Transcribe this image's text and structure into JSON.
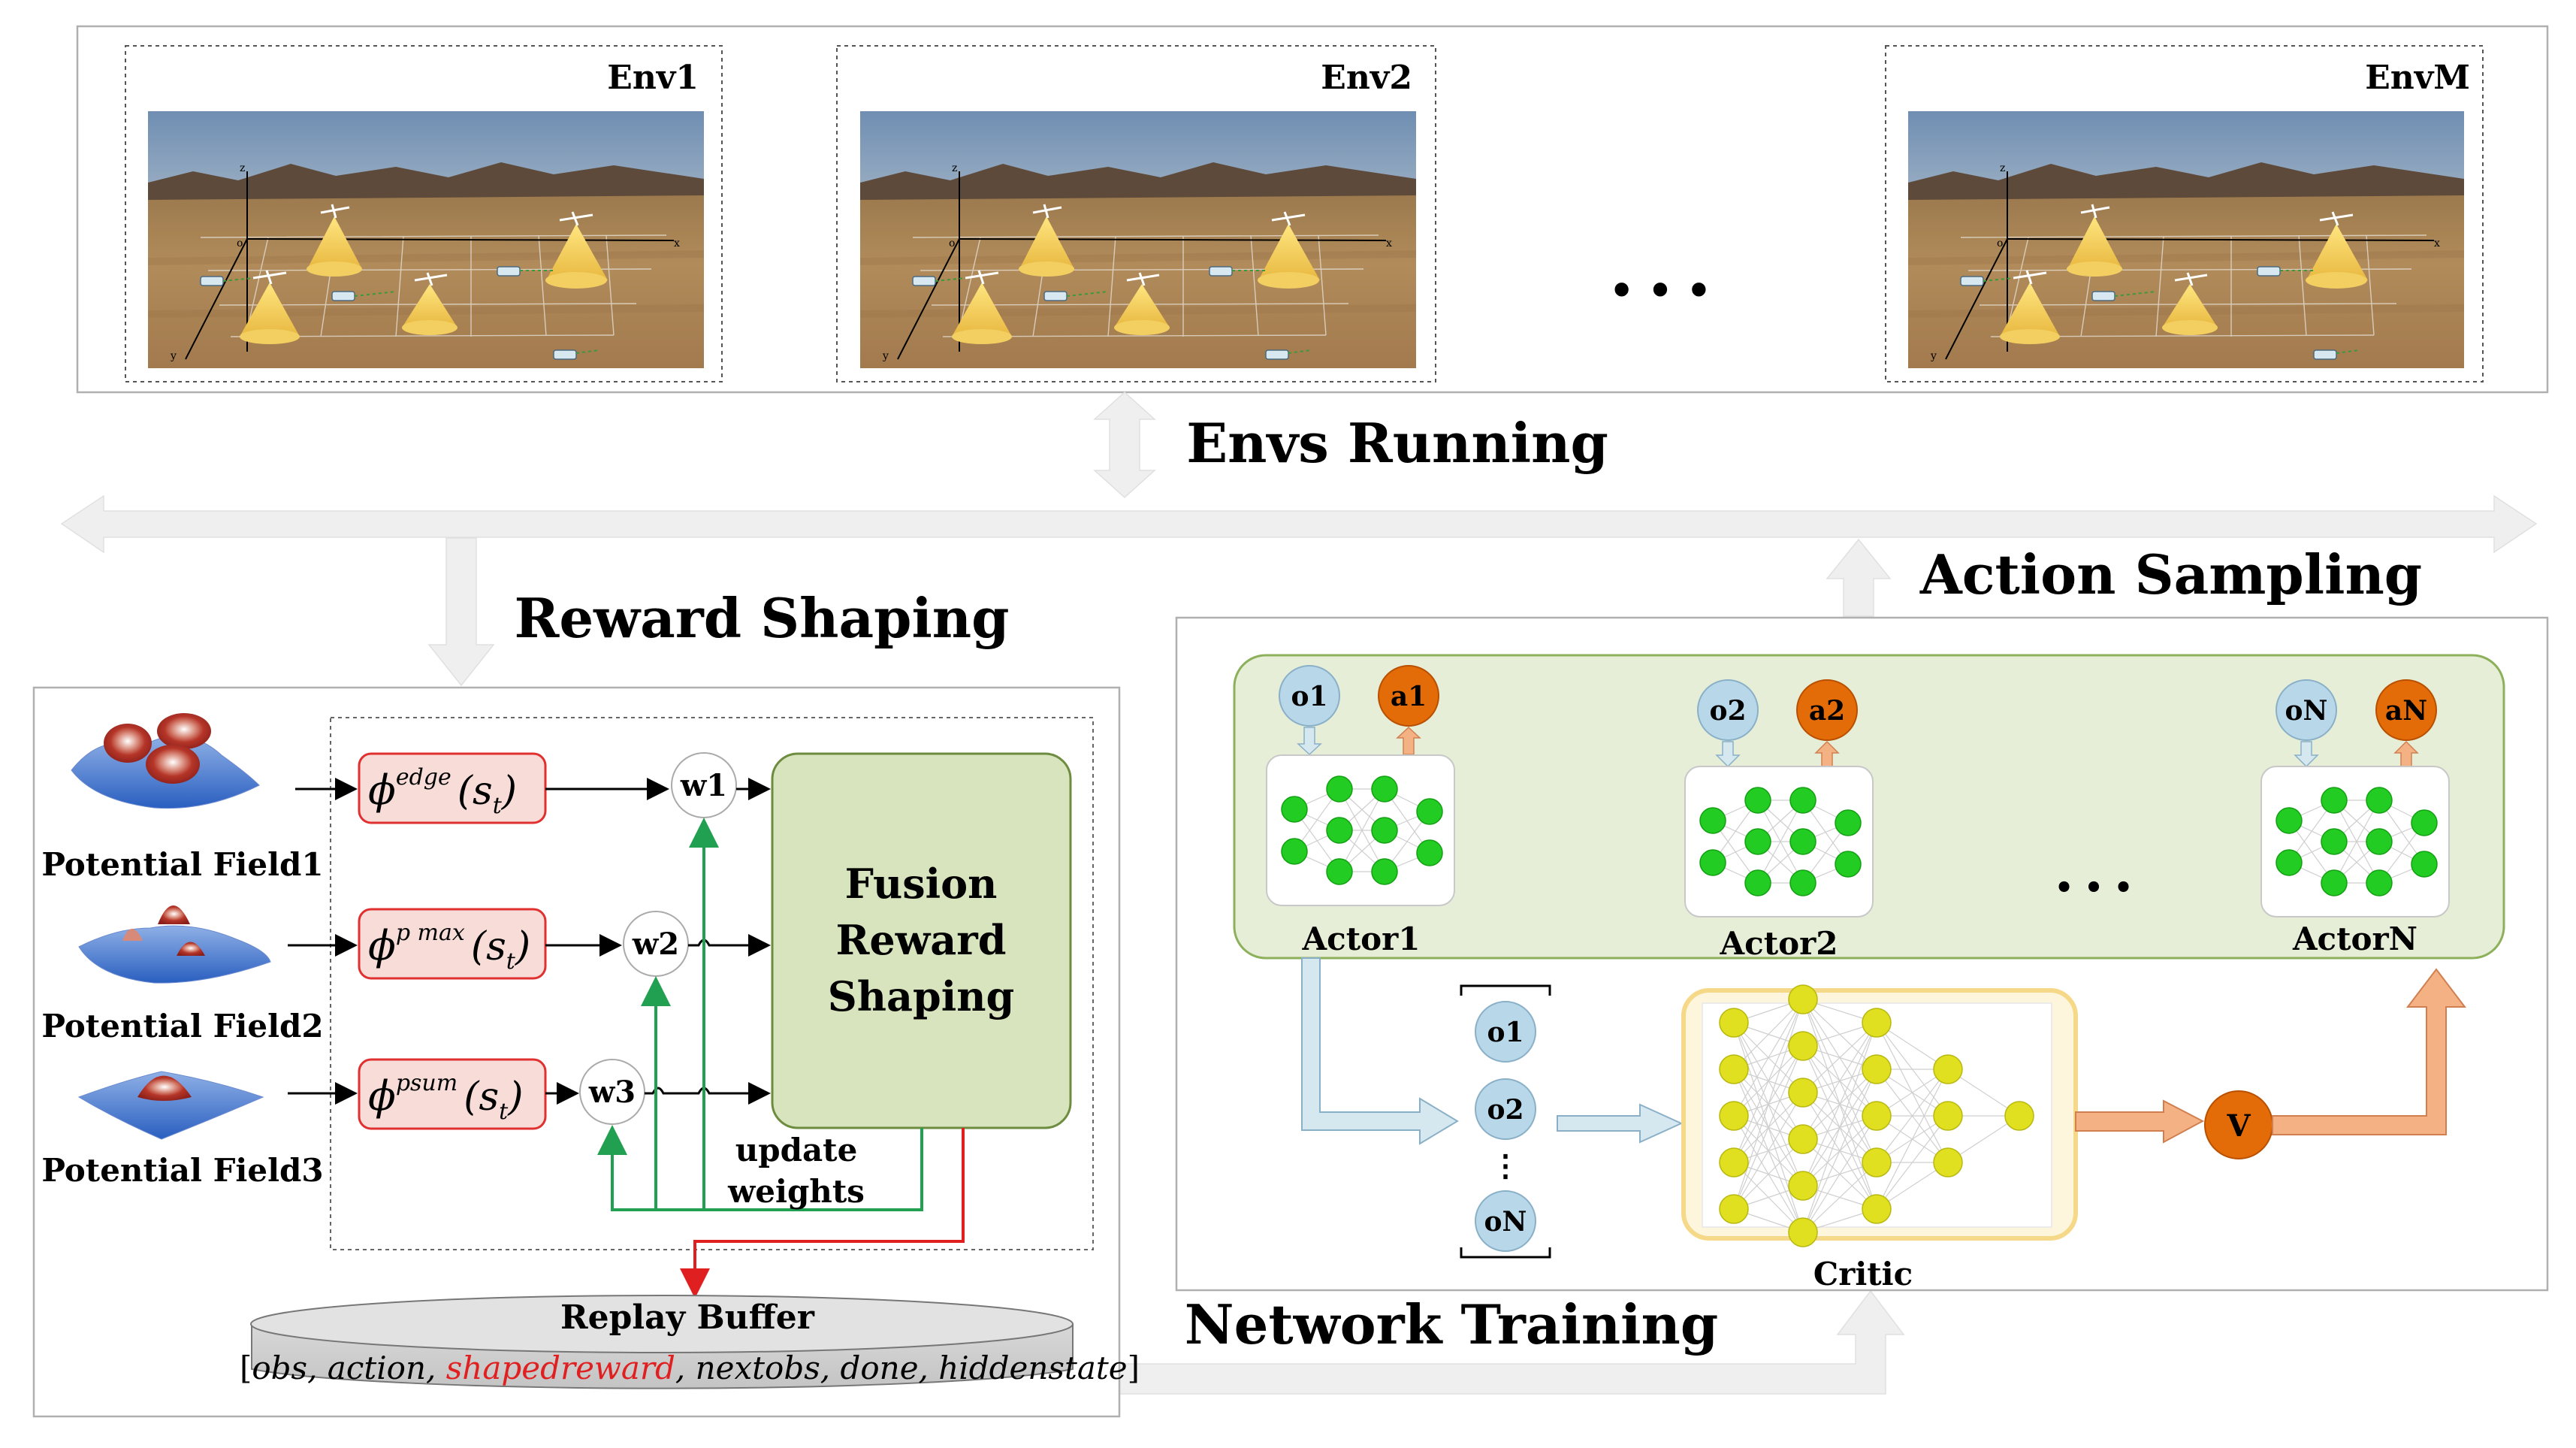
{
  "envs": {
    "env1": "Env1",
    "env2": "Env2",
    "envM": "EnvM",
    "ellipsis": "• • •"
  },
  "sections": {
    "envs_running": "Envs Running",
    "reward_shaping": "Reward Shaping",
    "action_sampling": "Action Sampling",
    "network_training": "Network Training"
  },
  "reward": {
    "fields": [
      "Potential Field1",
      "Potential Field2",
      "Potential Field3"
    ],
    "phi_symbol": "ϕ",
    "phi_superscripts": [
      "edge",
      "p max",
      "psum"
    ],
    "phi_args": [
      "(s",
      "(s",
      "(s"
    ],
    "phi_sub": "t",
    "phi_close": ")",
    "weights": [
      "w1",
      "w2",
      "w3"
    ],
    "fusion_lines": [
      "Fusion",
      "Reward",
      "Shaping"
    ],
    "update_lines": [
      "update",
      "weights"
    ]
  },
  "buffer": {
    "title": "Replay Buffer",
    "open": "[",
    "part1": "obs, action, ",
    "shaped": "shapedreward",
    "part2": ", nextobs, done, hiddenstate",
    "close": "]"
  },
  "actors": {
    "obs": [
      "o1",
      "o2",
      "oN"
    ],
    "acts": [
      "a1",
      "a2",
      "aN"
    ],
    "names": [
      "Actor1",
      "Actor2",
      "ActorN"
    ],
    "ellipsis": "• • •"
  },
  "critic": {
    "inputs": [
      "o1",
      "o2",
      "oN"
    ],
    "vdots": "⋮",
    "name": "Critic",
    "value": "V"
  },
  "colors": {
    "obs_fill": "#b8d8ea",
    "act_fill": "#e36c09",
    "actor_node": "#22cc22",
    "critic_node": "#e0e020",
    "actor_panel": "#e6eed8",
    "actor_panel_border": "#8db05a",
    "fusion_fill": "#d7e4bd",
    "phi_fill": "#f7dcd8",
    "phi_border": "#e03030",
    "critic_panel": "#fdf6dd",
    "critic_border": "#f5d888",
    "update_arrow": "#20a050",
    "buffer_arrow": "#e02020",
    "obs_flow": "#d5e8f0",
    "value_flow": "#f4b183"
  }
}
